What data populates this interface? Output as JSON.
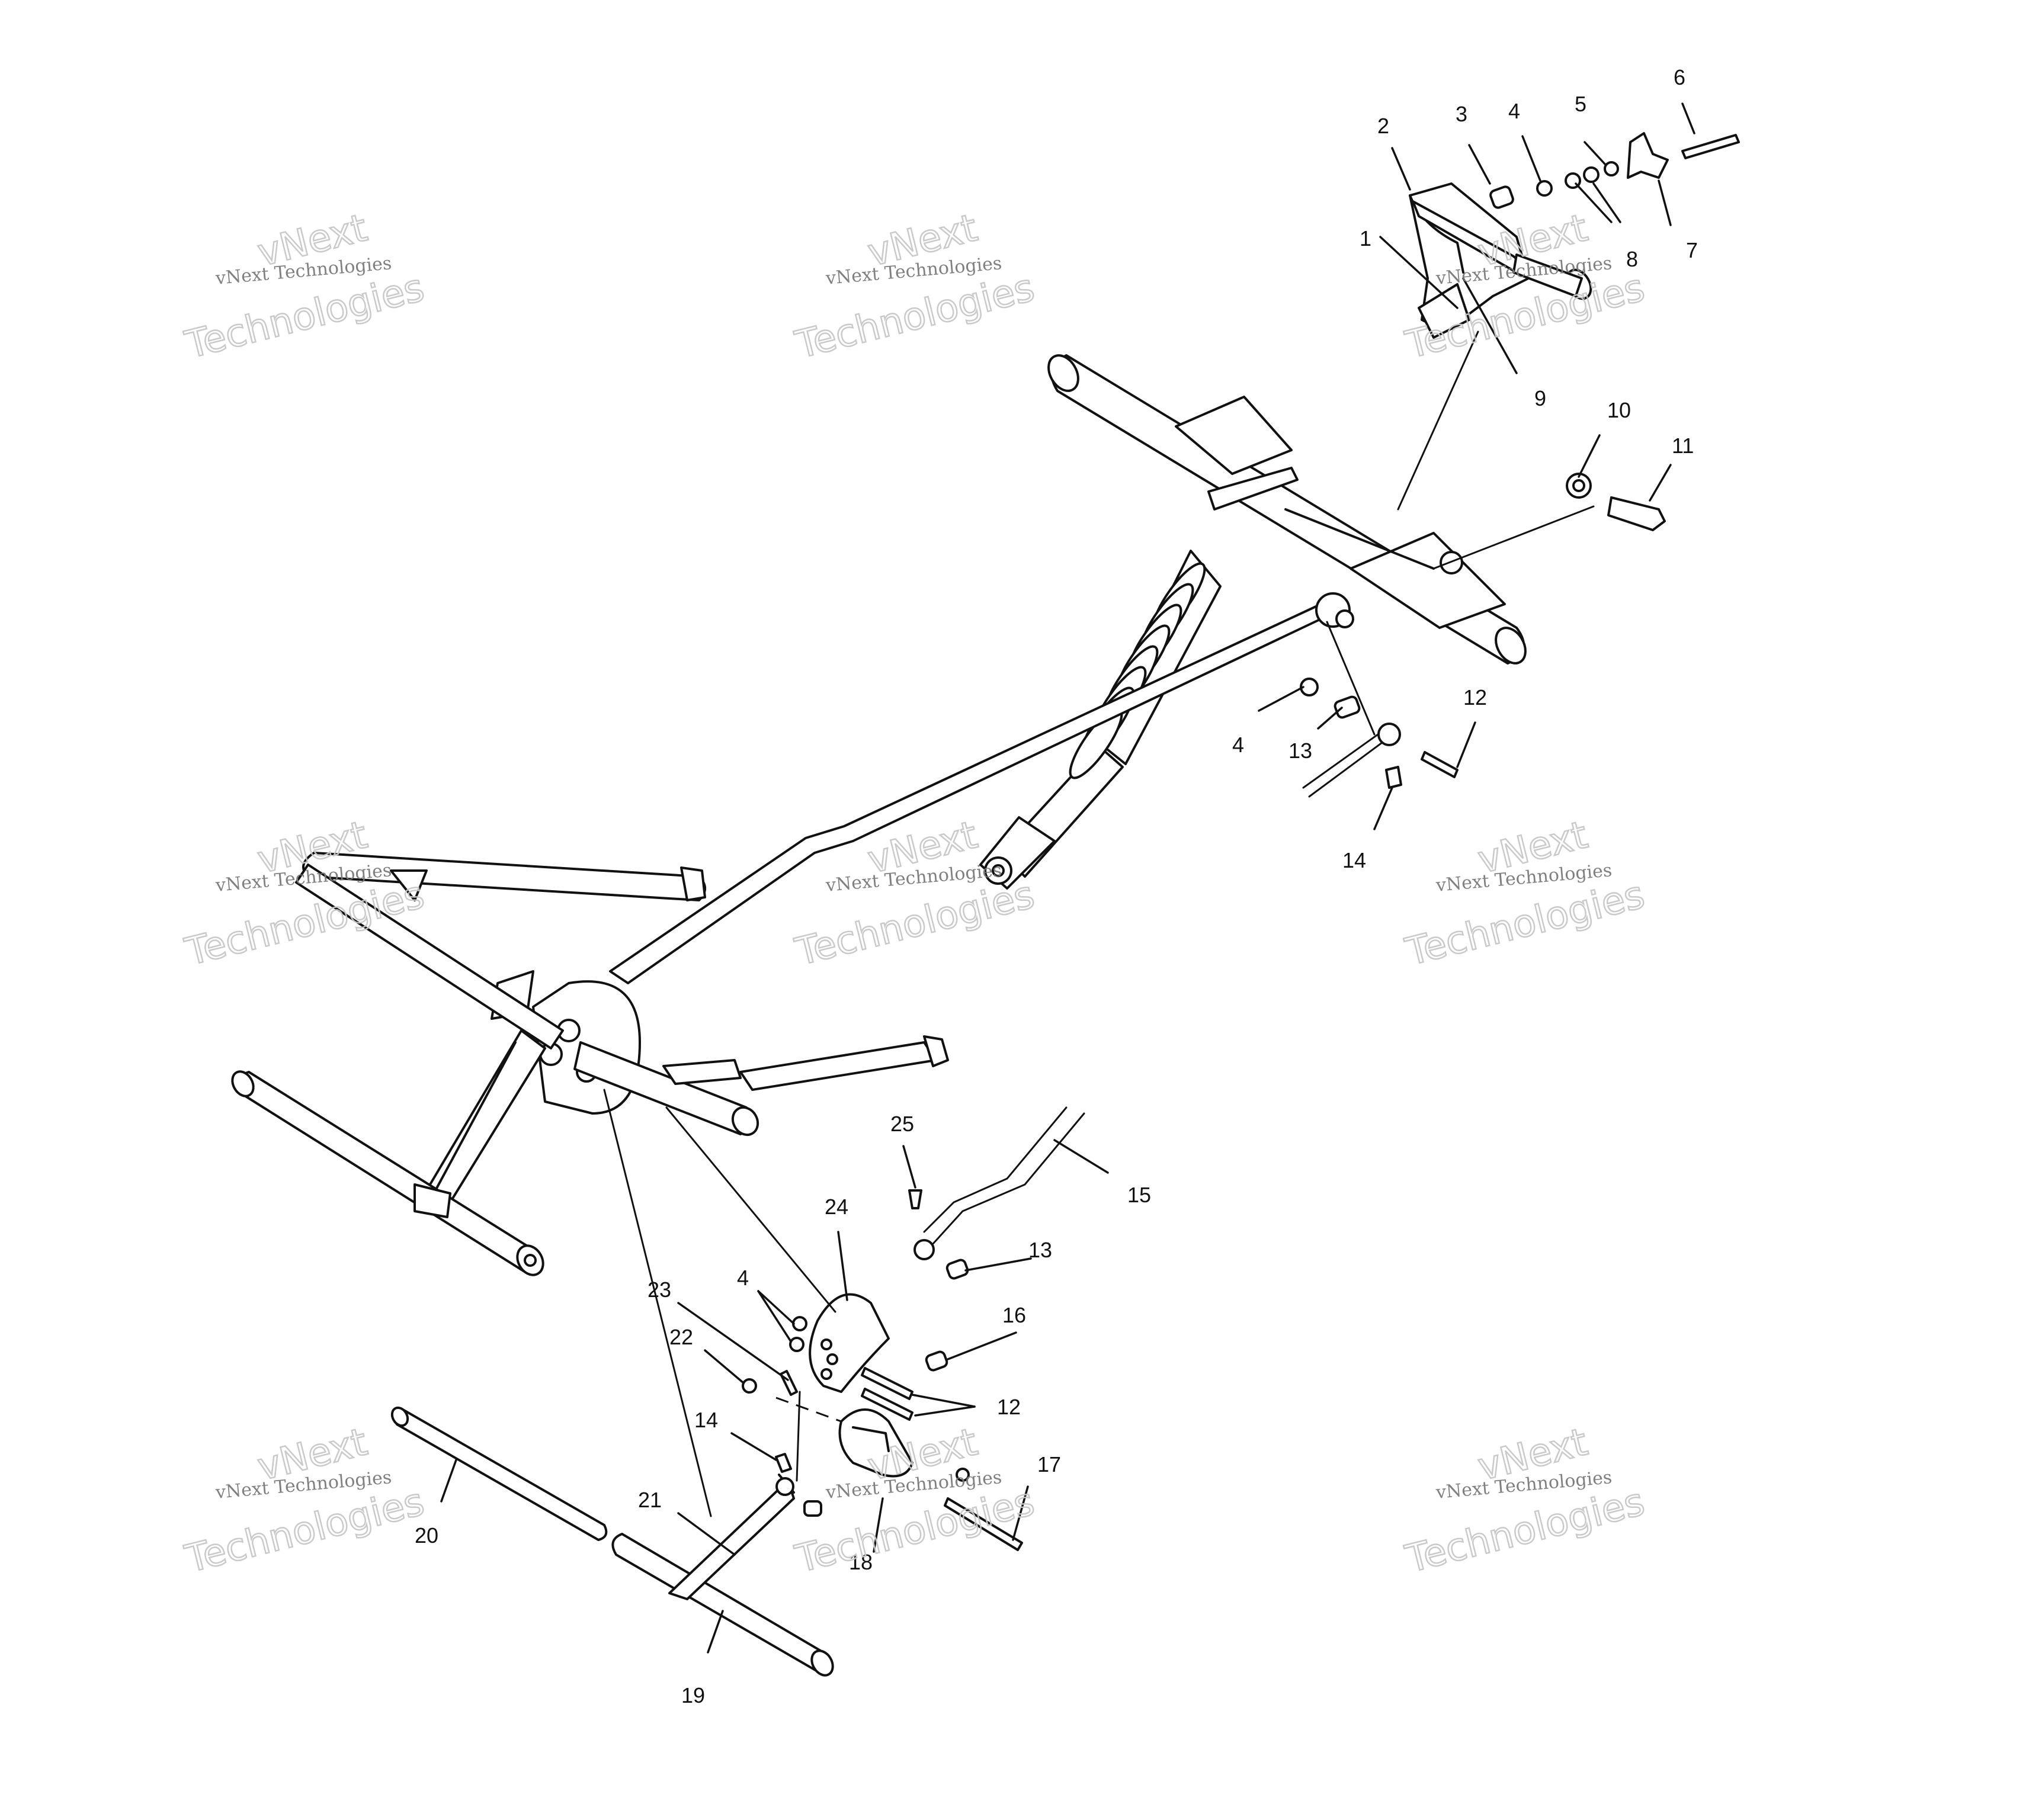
{
  "diagram": {
    "callouts": {
      "c1": "1",
      "c2": "2",
      "c3": "3",
      "c4a": "4",
      "c5": "5",
      "c6": "6",
      "c7": "7",
      "c8": "8",
      "c9": "9",
      "c10": "10",
      "c11": "11",
      "c12a": "12",
      "c4b": "4",
      "c13a": "13",
      "c14a": "14",
      "c25": "25",
      "c15": "15",
      "c24": "24",
      "c13b": "13",
      "c23": "23",
      "c4c": "4",
      "c16": "16",
      "c22": "22",
      "c12b": "12",
      "c14b": "14",
      "c17": "17",
      "c21": "21",
      "c20": "20",
      "c18": "18",
      "c19": "19"
    },
    "watermark": {
      "brand": "vNext",
      "line1": "vNext Technologies",
      "big": "Technologies"
    },
    "colors": {
      "line": "#111111",
      "watermark_text": "#7a7a7a",
      "watermark_outline": "#c8c8c8"
    }
  }
}
